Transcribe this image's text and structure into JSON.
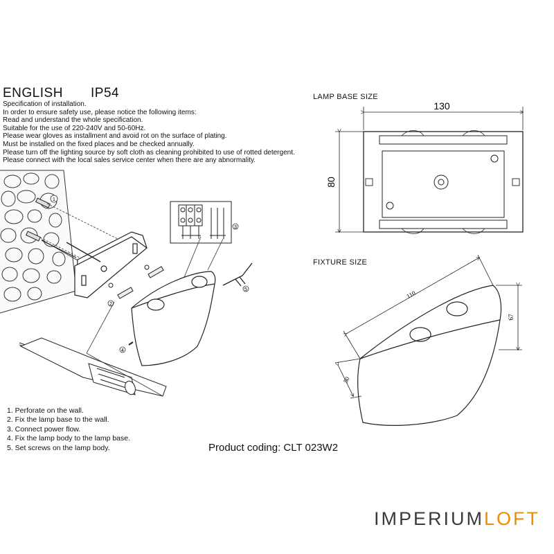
{
  "header": {
    "language": "ENGLISH",
    "rating": "IP54"
  },
  "specification": [
    "Specification of installation.",
    "In order to ensure safety use, please notice the following items:",
    "Read and understand the whole specification.",
    "Suitable for the use of 220-240V and 50-60Hz.",
    "Please wear gloves as installment and avoid rot on the surface of plating.",
    "Must be installed on the fixed places and be checked annually.",
    "Please turn off the lighting source by soft cloth as cleaning prohibited to use of rotted detergent.",
    "Please connect with the local sales service center when there are any abnormality."
  ],
  "steps": [
    "1. Perforate on the wall.",
    "2. Fix the lamp base to the wall.",
    "3. Connect power flow.",
    "4. Fix the lamp body to the lamp base.",
    "5. Set screws on the lamp body."
  ],
  "product_coding": "Product coding: CLT 023W2",
  "lamp_base": {
    "label": "LAMP BASE SIZE",
    "width": "130",
    "height": "80"
  },
  "fixture": {
    "label": "FIXTURE SIZE",
    "length": "110",
    "height": "67",
    "depth": "50"
  },
  "callouts": [
    "1",
    "2",
    "3",
    "4",
    "5"
  ],
  "brand": {
    "part1": "IMPERIUM",
    "part2": "LOFT",
    "color1": "#3a3a3a",
    "color2": "#f08a00"
  }
}
